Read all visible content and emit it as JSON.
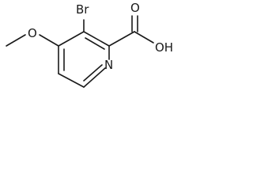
{
  "molecule": {
    "atoms": {
      "bromine": "Br",
      "carbonyl_oxygen": "O",
      "hydroxyl": "OH",
      "methoxy_oxygen": "O",
      "ring_nitrogen": "N"
    },
    "colors": {
      "ink": "#1a1a1a",
      "background": "#ffffff"
    }
  }
}
